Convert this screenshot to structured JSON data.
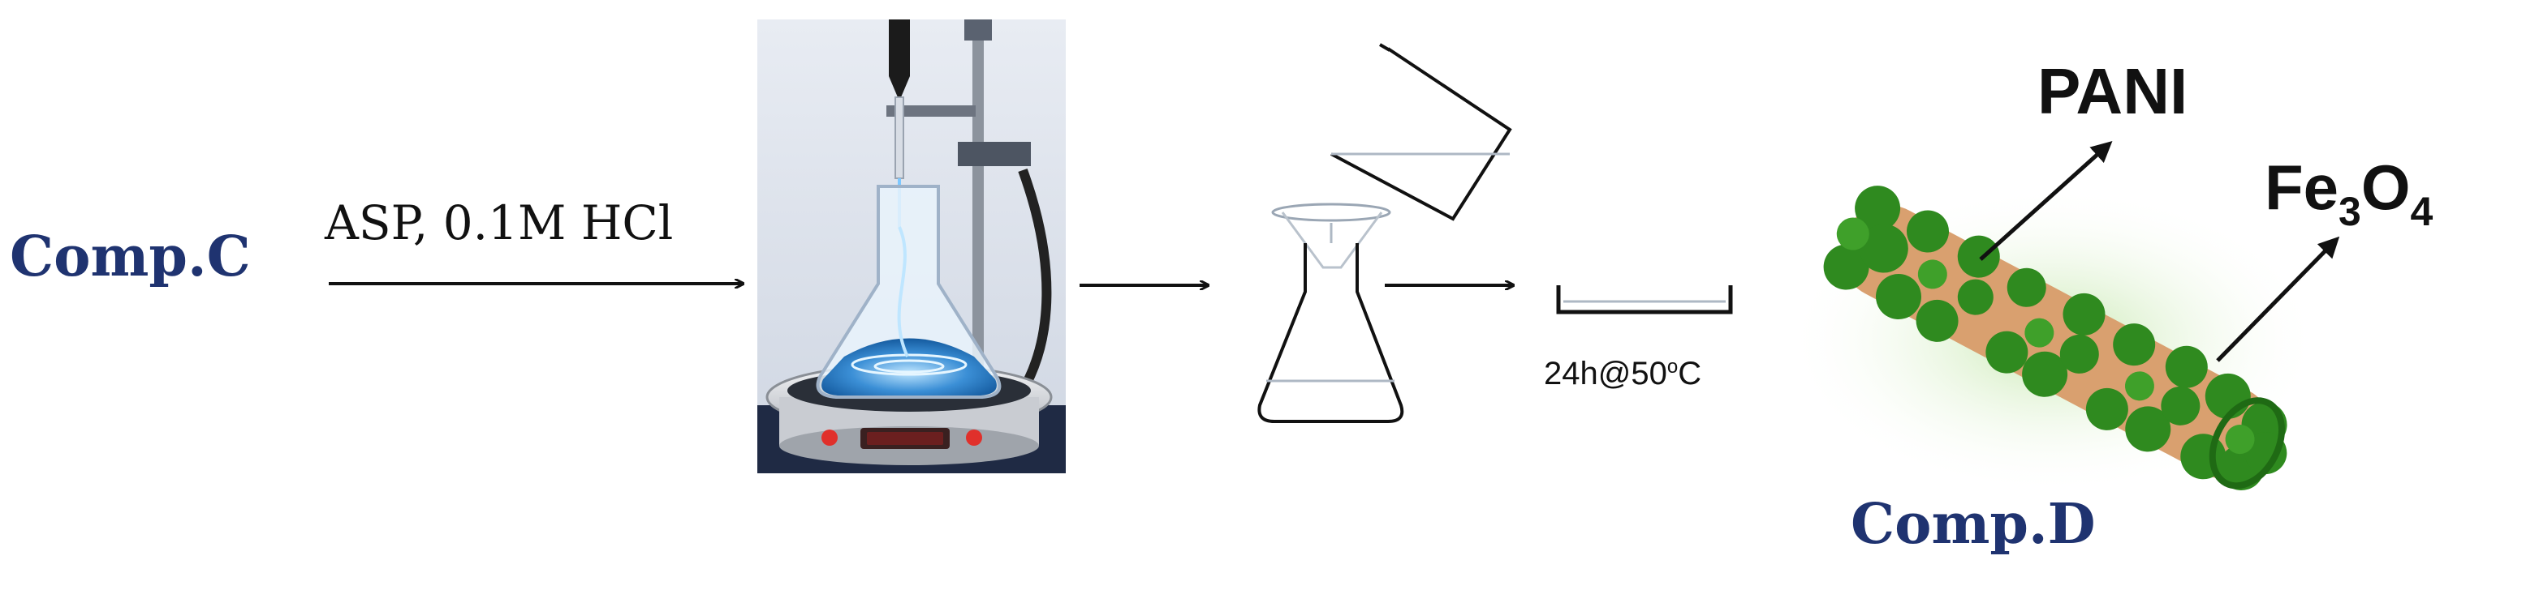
{
  "reactant_label": "Comp.C",
  "reagent_label": "ASP,  0.1M HCl",
  "drying_condition": {
    "prefix": "24h@50",
    "degree_mark": "o",
    "unit": "C"
  },
  "product_label": "Comp.D",
  "shell_label": "PANI",
  "particle_label": {
    "element": "Fe",
    "sub1": "3",
    "mid": "O",
    "sub2": "4"
  },
  "colors": {
    "label_navy": "#1f3370",
    "text_black": "#111111",
    "liquid_blue": "#3b8fd6",
    "stirrer_grey": "#c9ccd2",
    "indicator_red": "#e0302b",
    "pani_green": "#2f8a1f",
    "fe3o4_tan": "#d9a06f"
  },
  "icons": [
    "magnetic-stirrer-flask-icon",
    "filtration-flask-icon",
    "pouring-beaker-icon",
    "drying-dish-icon",
    "nanocomposite-rod-icon"
  ]
}
